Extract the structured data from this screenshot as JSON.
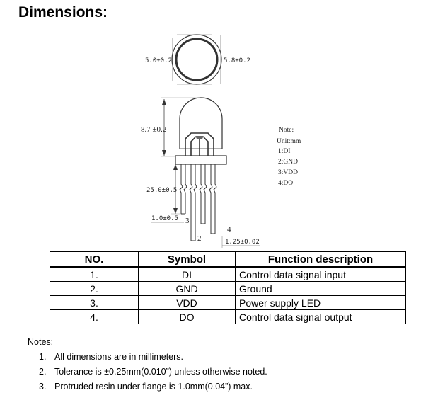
{
  "title": "Dimensions:",
  "drawing": {
    "top_view": {
      "width": "5.0±0.2",
      "height": "5.8±0.2"
    },
    "side_view": {
      "body_height": "8.7 ±0.2",
      "lead_length": "25.0±0.5",
      "lead_spacing": "1.0±0.5",
      "pin_pitch": "1.25±0.02",
      "pin_labels": [
        "2",
        "3",
        "4"
      ]
    },
    "note": {
      "title": "Note:",
      "unit": "Unit:mm",
      "pins": [
        "1:DI",
        "2:GND",
        "3:VDD",
        "4:DO"
      ]
    }
  },
  "table": {
    "headers": [
      "NO.",
      "Symbol",
      "Function description"
    ],
    "rows": [
      {
        "no": "1.",
        "symbol": "DI",
        "function": "Control data signal input"
      },
      {
        "no": "2.",
        "symbol": "GND",
        "function": "Ground"
      },
      {
        "no": "3.",
        "symbol": "VDD",
        "function": "Power supply LED"
      },
      {
        "no": "4.",
        "symbol": "DO",
        "function": "Control data signal output"
      }
    ]
  },
  "notes": {
    "heading": "Notes:",
    "items": [
      {
        "num": "1.",
        "text": "All dimensions are in millimeters."
      },
      {
        "num": "2.",
        "text": "Tolerance is ±0.25mm(0.010”) unless otherwise noted."
      },
      {
        "num": "3.",
        "text": "Protruded resin under flange is 1.0mm(0.04”) max."
      }
    ]
  }
}
